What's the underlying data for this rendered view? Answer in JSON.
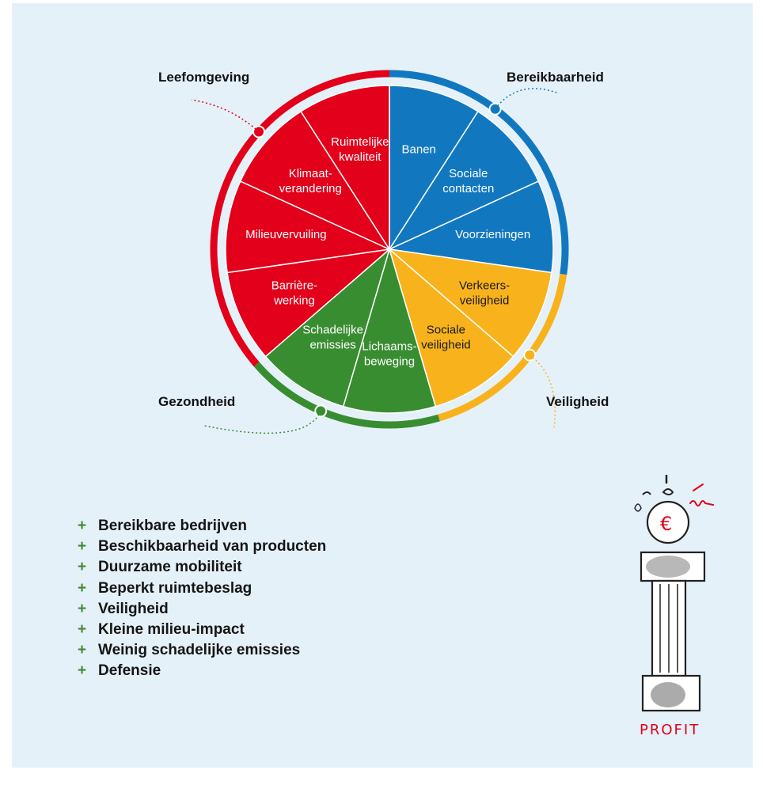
{
  "categories": [
    {
      "key": "leefomgeving",
      "label": "Leefomgeving",
      "color": "#e2001a"
    },
    {
      "key": "bereikbaarheid",
      "label": "Bereikbaarheid",
      "color": "#1178c0"
    },
    {
      "key": "veiligheid",
      "label": "Veiligheid",
      "color": "#f8b31c"
    },
    {
      "key": "gezondheid",
      "label": "Gezondheid",
      "color": "#398d31"
    }
  ],
  "segments": [
    {
      "lines": [
        "Banen"
      ],
      "cat": "bereikbaarheid"
    },
    {
      "lines": [
        "Sociale",
        "contacten"
      ],
      "cat": "bereikbaarheid"
    },
    {
      "lines": [
        "Voorzieningen"
      ],
      "cat": "bereikbaarheid"
    },
    {
      "lines": [
        "Verkeers-",
        "veiligheid"
      ],
      "cat": "veiligheid"
    },
    {
      "lines": [
        "Sociale",
        "veiligheid"
      ],
      "cat": "veiligheid"
    },
    {
      "lines": [
        "Lichaams-",
        "beweging"
      ],
      "cat": "gezondheid"
    },
    {
      "lines": [
        "Schadelijke",
        "emissies"
      ],
      "cat": "gezondheid"
    },
    {
      "lines": [
        "Barrière-",
        "werking"
      ],
      "cat": "leefomgeving"
    },
    {
      "lines": [
        "Milieuvervuiling"
      ],
      "cat": "leefomgeving"
    },
    {
      "lines": [
        "Klimaat-",
        "verandering"
      ],
      "cat": "leefomgeving"
    },
    {
      "lines": [
        "Ruimtelijke",
        "kwaliteit"
      ],
      "cat": "leefomgeving"
    }
  ],
  "benefits": [
    "Bereikbare bedrijven",
    "Beschikbaarheid van producten",
    "Duurzame mobiliteit",
    "Beperkt ruimtebeslag",
    "Veiligheid",
    "Kleine milieu-impact",
    "Weinig schadelijke emissies",
    "Defensie"
  ],
  "bullet_symbol": "+",
  "illustration": {
    "caption": "PROFIT",
    "coin_symbol": "€"
  }
}
